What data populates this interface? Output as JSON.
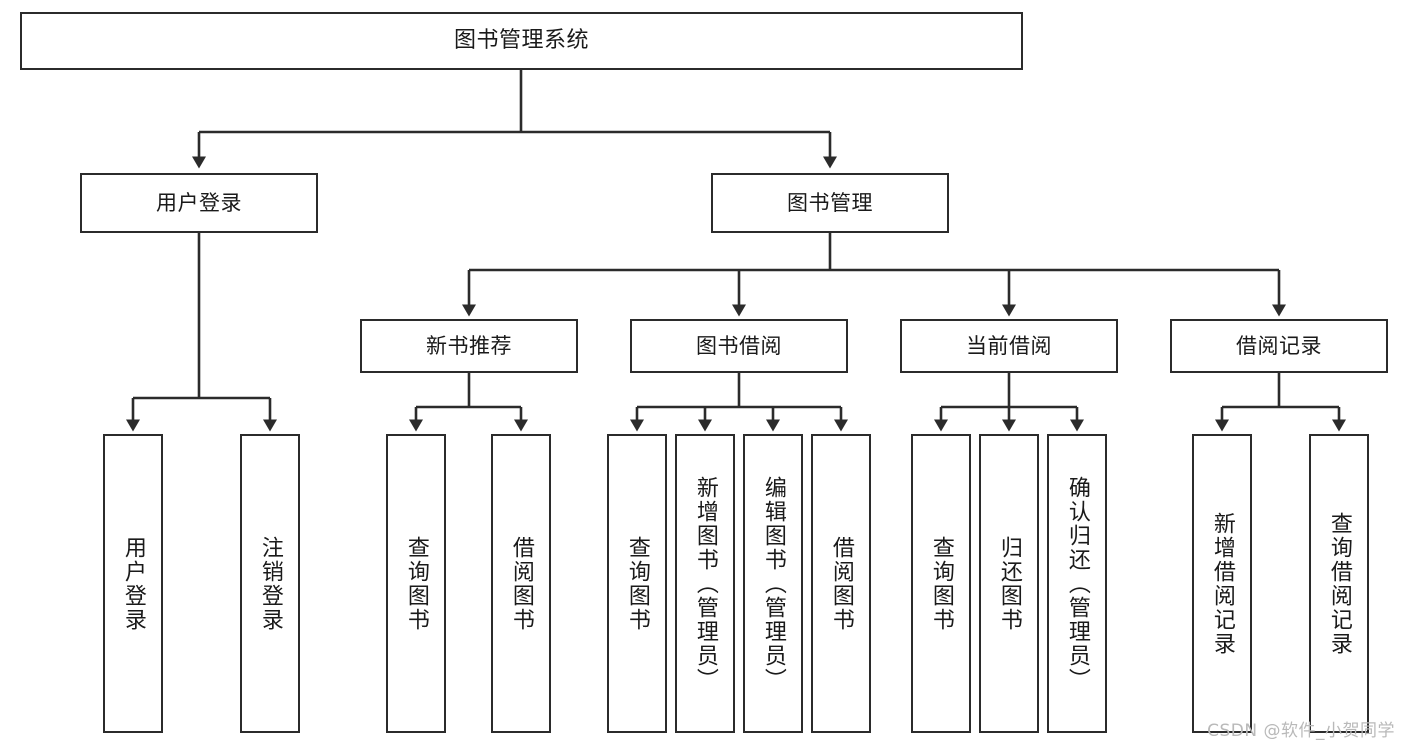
{
  "diagram": {
    "title": "图书管理系统",
    "type": "tree-hierarchy-chart",
    "background_color": "#ffffff",
    "box_border_color": "#2b2b2b",
    "connector_color": "#2b2b2b",
    "watermark": "CSDN @软件_小贺同学"
  },
  "nodes": {
    "root": {
      "label": "图书管理系统"
    },
    "level2": [
      {
        "label": "用户登录"
      },
      {
        "label": "图书管理"
      }
    ],
    "level3": [
      {
        "label": "新书推荐"
      },
      {
        "label": "图书借阅"
      },
      {
        "label": "当前借阅"
      },
      {
        "label": "借阅记录"
      }
    ],
    "leaves": {
      "user_login": [
        {
          "label": "用户登录"
        },
        {
          "label": "注销登录"
        }
      ],
      "new_book_recommend": [
        {
          "label": "查询图书"
        },
        {
          "label": "借阅图书"
        }
      ],
      "book_borrow": [
        {
          "label": "查询图书"
        },
        {
          "label": "新增图书（管理员）"
        },
        {
          "label": "编辑图书（管理员）"
        },
        {
          "label": "借阅图书"
        }
      ],
      "current_borrow": [
        {
          "label": "查询图书"
        },
        {
          "label": "归还图书"
        },
        {
          "label": "确认归还（管理员）"
        }
      ],
      "borrow_record": [
        {
          "label": "新增借阅记录"
        },
        {
          "label": "查询借阅记录"
        }
      ]
    }
  },
  "chart_data": {
    "type": "table",
    "title": "图书管理系统",
    "tree": [
      {
        "label": "图书管理系统",
        "children": [
          {
            "label": "用户登录",
            "children": [
              {
                "label": "用户登录"
              },
              {
                "label": "注销登录"
              }
            ]
          },
          {
            "label": "图书管理",
            "children": [
              {
                "label": "新书推荐",
                "children": [
                  {
                    "label": "查询图书"
                  },
                  {
                    "label": "借阅图书"
                  }
                ]
              },
              {
                "label": "图书借阅",
                "children": [
                  {
                    "label": "查询图书"
                  },
                  {
                    "label": "新增图书（管理员）"
                  },
                  {
                    "label": "编辑图书（管理员）"
                  },
                  {
                    "label": "借阅图书"
                  }
                ]
              },
              {
                "label": "当前借阅",
                "children": [
                  {
                    "label": "查询图书"
                  },
                  {
                    "label": "归还图书"
                  },
                  {
                    "label": "确认归还（管理员）"
                  }
                ]
              },
              {
                "label": "借阅记录",
                "children": [
                  {
                    "label": "新增借阅记录"
                  },
                  {
                    "label": "查询借阅记录"
                  }
                ]
              }
            ]
          }
        ]
      }
    ]
  }
}
